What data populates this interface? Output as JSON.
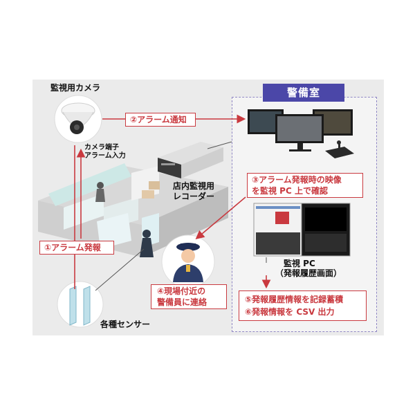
{
  "camera_label": "監視用カメラ",
  "camera_terminal_label": [
    "カメラ端子",
    "アラーム入力"
  ],
  "recorder_label": [
    "店内監視用",
    "レコーダー"
  ],
  "sensor_label": "各種センサー",
  "security_room_title": "警備室",
  "pc_label": [
    "監視 PC",
    "（発報履歴画面）"
  ],
  "steps": {
    "s1": "①アラーム発報",
    "s2": "②アラーム通知",
    "s3": [
      "③アラーム発報時の映像",
      "を監視 PC 上で確認"
    ],
    "s4": [
      "④現場付近の",
      "警備員に連絡"
    ],
    "s5": "⑤発報履歴情報を記録蓄積",
    "s6": "⑥発報情報を CSV 出力"
  },
  "colors": {
    "accent_red": "#c9393f",
    "room_header": "#4b47a8",
    "dashed_border": "#8f86c4",
    "panel_bg": "#ebebeb"
  }
}
